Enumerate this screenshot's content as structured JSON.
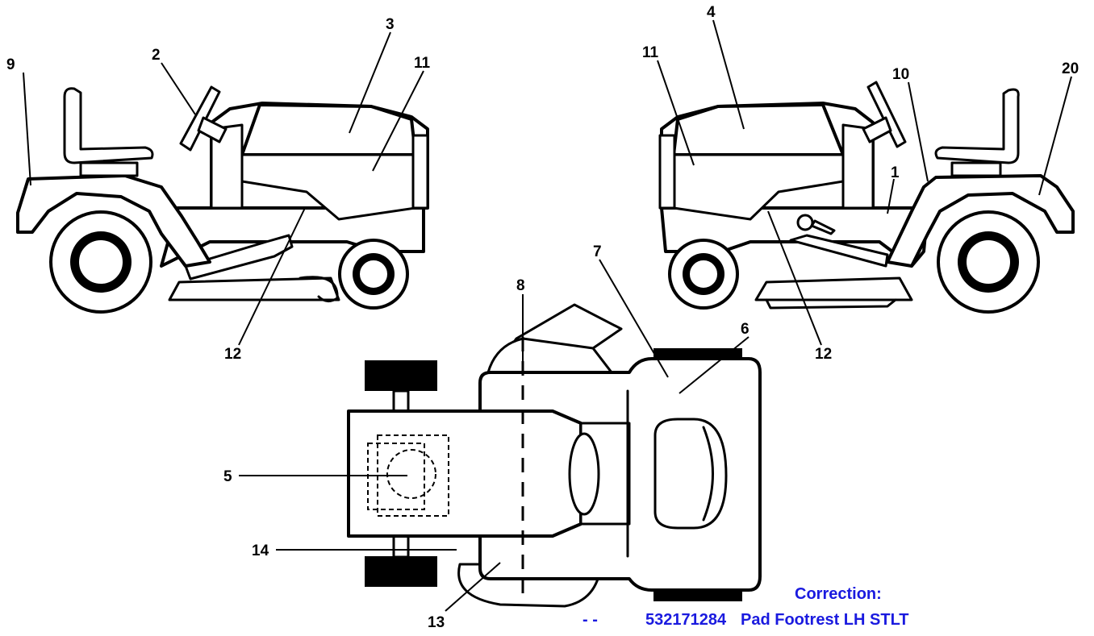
{
  "callouts": {
    "c1": "1",
    "c2": "2",
    "c3": "3",
    "c4": "4",
    "c5": "5",
    "c6": "6",
    "c7": "7",
    "c8": "8",
    "c9": "9",
    "c10": "10",
    "c11_left": "11",
    "c11_right": "11",
    "c12_left": "12",
    "c12_right": "12",
    "c13": "13",
    "c14": "14",
    "c20": "20"
  },
  "correction": {
    "heading": "Correction:",
    "marker": "- -",
    "part_number": "532171284",
    "description": "Pad Footrest LH STLT"
  },
  "colors": {
    "line": "#000000",
    "correction_text": "#1a1adf",
    "background": "#ffffff"
  }
}
